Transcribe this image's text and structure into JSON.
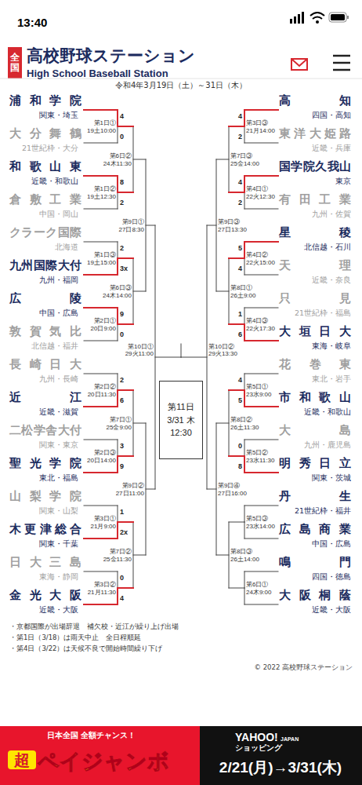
{
  "diagram": {
    "nodes": [
      {
        "text": [
          "第11日",
          "3/31 木",
          "12:30"
        ]
      }
    ],
    "labels": [
      "13:40",
      "全国",
      "高校野球ステーション",
      "High School Baseball Station",
      "令和4年3月19日（土）～31日（木）",
      "浦和学院",
      "関東・埼玉",
      "大分舞鶴",
      "21世紀枠・大分",
      "和歌山東",
      "近畿・和歌山",
      "倉敷工業",
      "中国・岡山",
      "クラーク国際",
      "北海道",
      "九州国際大付",
      "九州・福岡",
      "広陵",
      "中国・広島",
      "敦賀気比",
      "北信越・福井",
      "長崎日大",
      "九州・長崎",
      "近江",
      "近畿・滋賀",
      "二松学舎大付",
      "関東・東京",
      "聖光学院",
      "東北・福島",
      "山梨学院",
      "関東・山梨",
      "木更津総合",
      "関東・千葉",
      "日大三島",
      "東海・静岡",
      "金光大阪",
      "近畿・大阪",
      "高知",
      "四国・高知",
      "東洋大姫路",
      "近畿・兵庫",
      "国学院久我山",
      "東京",
      "有田工業",
      "九州・佐賀",
      "星稜",
      "北信越・石川",
      "天理",
      "近畿・奈良",
      "只見",
      "21世紀枠・福島",
      "大垣日大",
      "東海・岐阜",
      "花巻東",
      "東北・岩手",
      "市和歌山",
      "近畿・和歌山",
      "大島",
      "九州・鹿児島",
      "明秀日立",
      "関東・茨城",
      "丹生",
      "21世紀枠・福井",
      "広島商業",
      "中国・広島",
      "鳴門",
      "四国・徳島",
      "大阪桐蔭",
      "近畿・大阪",
      "第1日①",
      "19土10:00",
      "4",
      "0",
      "第1日②",
      "19土12:30",
      "8",
      "2",
      "第1日③",
      "19土15:00",
      "2",
      "3x",
      "第2日①",
      "20日9:00",
      "9",
      "0",
      "第2日②",
      "20日11:30",
      "2",
      "6",
      "第2日③",
      "20日14:00",
      "3",
      "9",
      "第3日①",
      "21月9:00",
      "1",
      "2x",
      "第3日②",
      "21月11:30",
      "0",
      "4",
      "第3日③",
      "21月14:00",
      "4",
      "2",
      "第4日①",
      "22火12:30",
      "4",
      "2",
      "第4日②",
      "22火15:00",
      "5",
      "4",
      "第4日③",
      "22火17:30",
      "1",
      "6",
      "第5日①",
      "23水9:00",
      "4",
      "5",
      "第5日②",
      "23水11:30",
      "0",
      "8",
      "第5日③",
      "23水14:00",
      "第6日①",
      "24木9:00",
      "第6日②",
      "24木11:30",
      "第6日③",
      "24木14:00",
      "第7日①",
      "25金9:00",
      "第7日②",
      "25金11:30",
      "第7日③",
      "25金14:00",
      "第8日①",
      "26土9:00",
      "第8日②",
      "26土11:30",
      "第8日③",
      "26土14:00",
      "第9日①",
      "27日8:30",
      "第9日②",
      "27日11:00",
      "第9日③",
      "27日13:30",
      "第9日④",
      "27日16:00",
      "第10日①",
      "29火11:00",
      "第10日②",
      "29火13:30",
      "・京都国際が出場辞退　補欠校・近江が繰り上げ出場",
      "・第1日（3/18）は雨天中止　全日程順延",
      "・第4日（3/22）は天候不良で開始時間繰り下げ",
      "© 2022 高校野球ステーション",
      "日本全国 全額チャンス！",
      "超",
      "ペイジャンボ",
      "YAHOO!",
      "JAPAN",
      "ショッピング",
      "2/21(月)→3/31(木)"
    ]
  }
}
